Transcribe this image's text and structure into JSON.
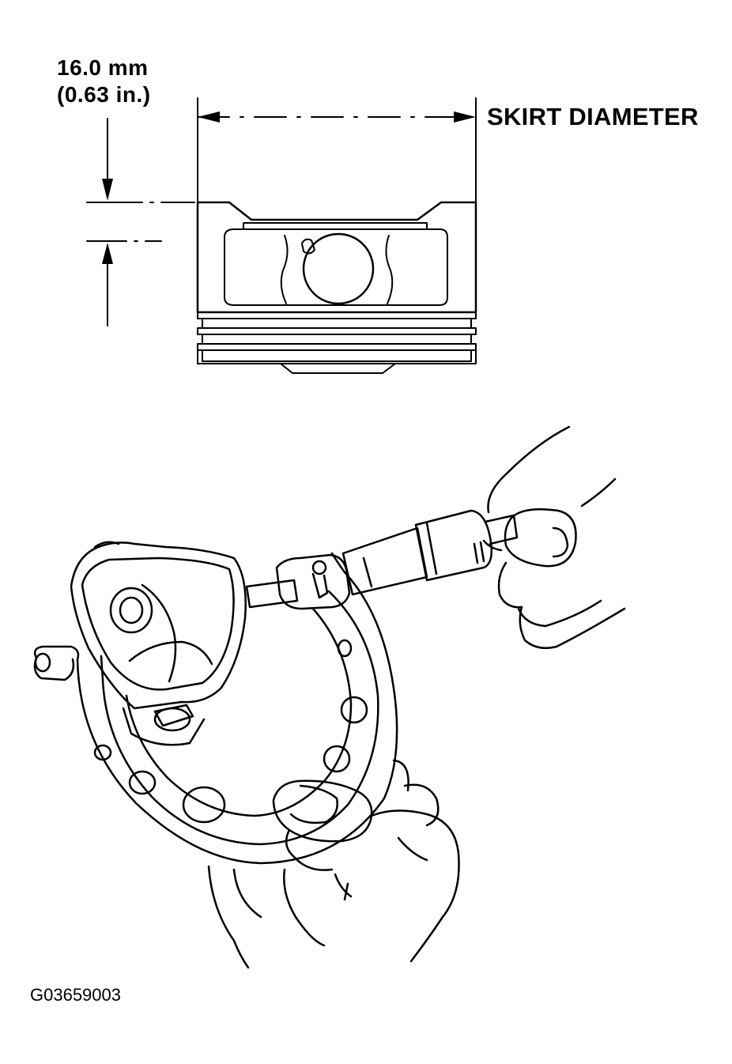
{
  "labels": {
    "distance_mm": "16.0 mm",
    "distance_in": "(0.63 in.)",
    "skirt_diameter": "SKIRT DIAMETER",
    "figure_id": "G03659003"
  },
  "colors": {
    "line": "#000000",
    "background": "#ffffff"
  }
}
